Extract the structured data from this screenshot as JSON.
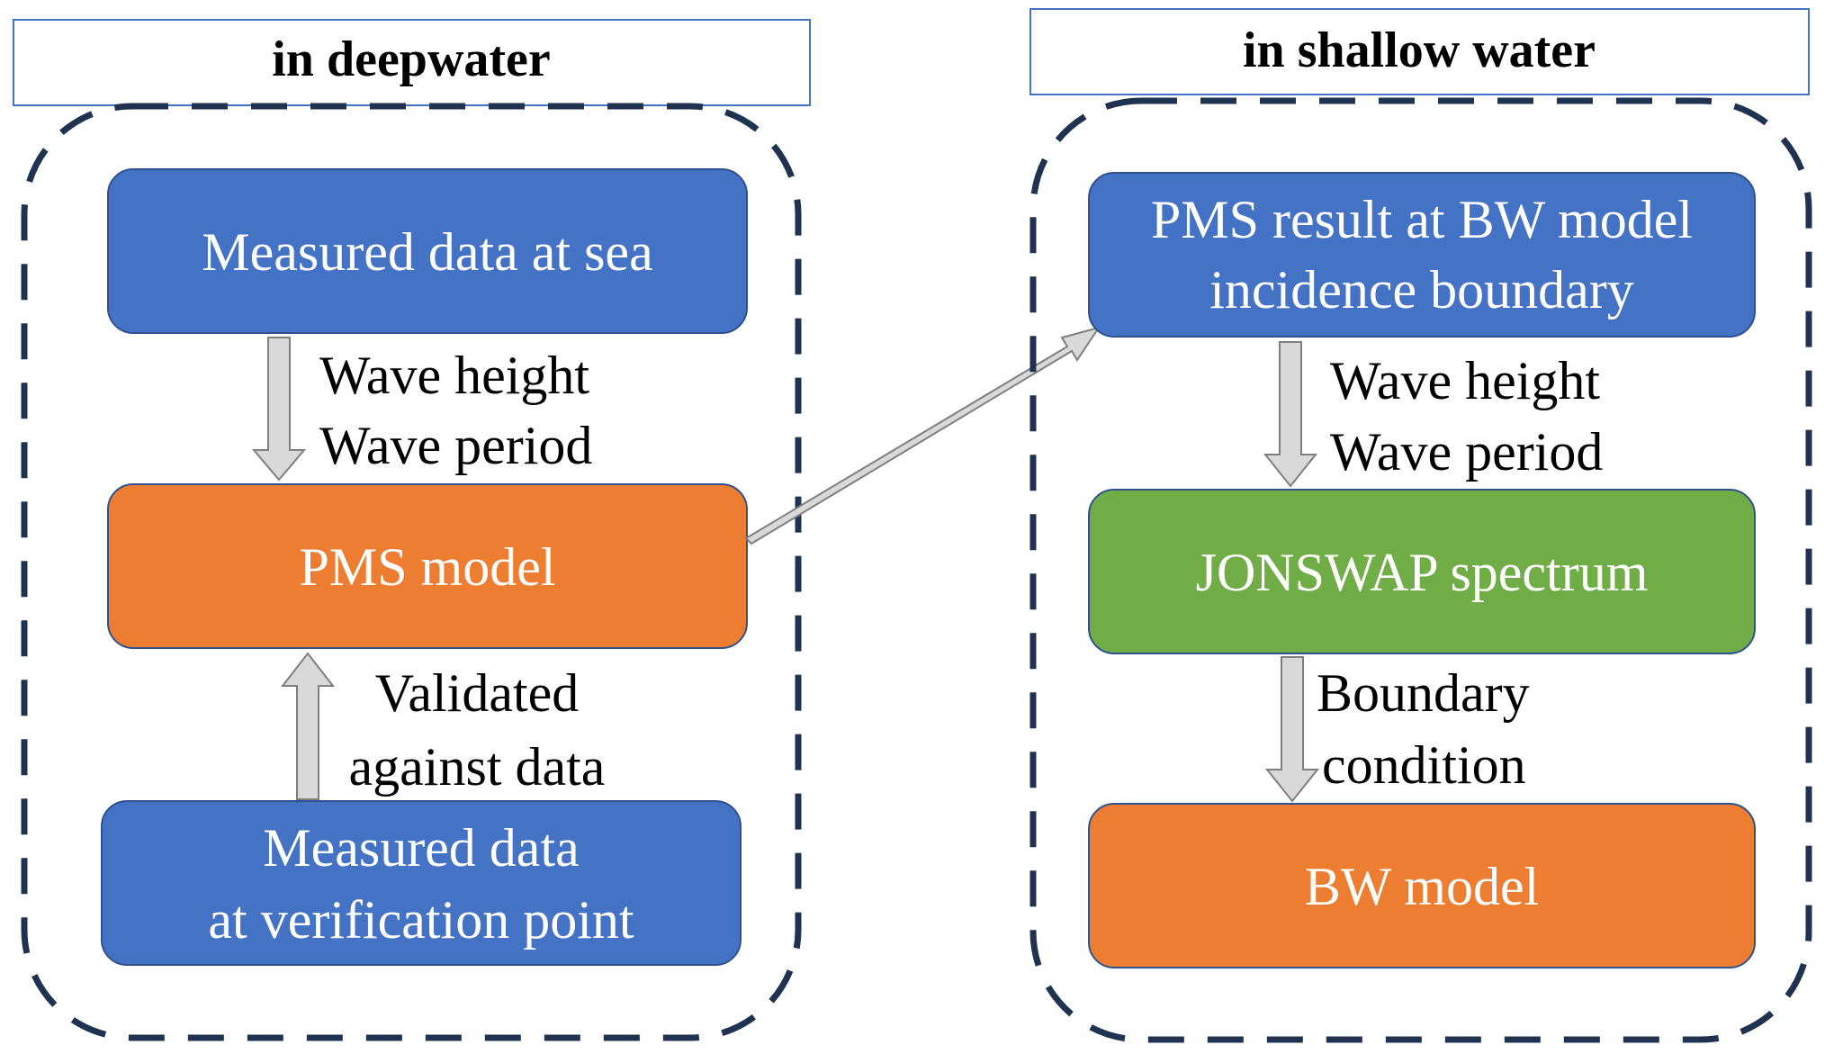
{
  "colors": {
    "blue_box": "#4472C4",
    "orange_box": "#ED7D31",
    "green_box": "#70AD47",
    "box_border": "#2F528F",
    "region_border": "#1F3350",
    "title_border": "#4472C4",
    "arrow_fill": "#D9D9D9",
    "arrow_stroke": "#7F7F7F"
  },
  "left_region": {
    "title": "in deepwater",
    "box_top": {
      "text": "Measured data at sea"
    },
    "arrow_1": {
      "lines": [
        "Wave height",
        "Wave period"
      ]
    },
    "box_middle": {
      "text": "PMS model"
    },
    "arrow_2": {
      "lines": [
        "Validated",
        "against data"
      ]
    },
    "box_bottom": {
      "lines": [
        "Measured data",
        "at verification point"
      ]
    }
  },
  "right_region": {
    "title": "in shallow water",
    "box_top": {
      "lines": [
        "PMS result at BW model",
        "incidence boundary"
      ]
    },
    "arrow_1": {
      "lines": [
        "Wave height",
        "Wave period"
      ]
    },
    "box_middle": {
      "text": "JONSWAP spectrum"
    },
    "arrow_2": {
      "lines": [
        "Boundary",
        "condition"
      ]
    },
    "box_bottom": {
      "text": "BW model"
    }
  }
}
